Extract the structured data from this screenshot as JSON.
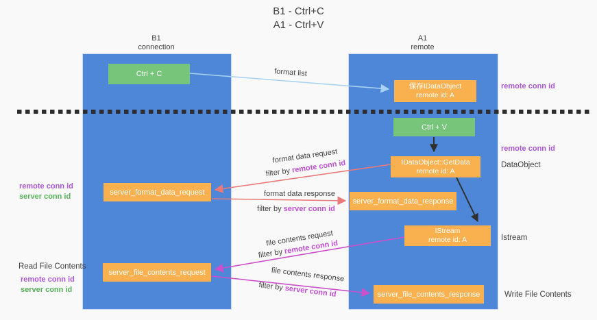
{
  "title": {
    "line1": "B1 - Ctrl+C",
    "line2": "A1 - Ctrl+V"
  },
  "lanes": {
    "left": {
      "name": "B1",
      "sub": "connection"
    },
    "right": {
      "name": "A1",
      "sub": "remote"
    }
  },
  "nodes": {
    "ctrl_c": {
      "label": "Ctrl + C"
    },
    "ctrl_v": {
      "label": "Ctrl + V"
    },
    "save_dataobject": {
      "line1": "保存IDataObject",
      "line2": "remote id: A"
    },
    "getdata": {
      "line1": "IDataObject::GetData",
      "line2": "remote id: A"
    },
    "istream": {
      "line1": "IStream",
      "line2": "remote id: A"
    },
    "server_format_data_request": {
      "label": "server_format_data_request"
    },
    "server_format_data_response": {
      "label": "server_format_data_response"
    },
    "server_file_contents_request": {
      "label": "server_file_contents_request"
    },
    "server_file_contents_response": {
      "label": "server_file_contents_response"
    }
  },
  "edges": {
    "format_list": {
      "label": "format list"
    },
    "format_data_request": {
      "label": "format data request",
      "filter_prefix": "filter by ",
      "filter_value": "remote conn id"
    },
    "format_data_response": {
      "label": "format data response",
      "filter_prefix": "filter by ",
      "filter_value": "server conn id"
    },
    "file_contents_request": {
      "label": "file contents request",
      "filter_prefix": "filter by ",
      "filter_value": "remote conn id"
    },
    "file_contents_response": {
      "label": "file contents response",
      "filter_prefix": "filter by ",
      "filter_value": "server conn id"
    }
  },
  "side_labels": {
    "remote_conn_id_top_right": "remote conn id",
    "remote_conn_id_mid_right": "remote conn id",
    "dataobject": "DataObject",
    "istream": "Istream",
    "write_file_contents": "Write File Contents",
    "read_file_contents": "Read File Contents",
    "left_format": {
      "remote": "remote conn id",
      "server": "server conn id"
    },
    "left_file": {
      "remote": "remote conn id",
      "server": "server conn id"
    }
  },
  "colors": {
    "lane_blue": "#4e87d8",
    "box_orange": "#f9b04e",
    "box_green": "#77c47b",
    "purple_text": "#ab57d3",
    "green_text": "#55b158",
    "magenta_arrow": "#cc4fcc",
    "red_arrow": "#ea7a7a",
    "light_blue_arrow": "#a8d2f2",
    "black_arrow": "#2f2f2f"
  }
}
